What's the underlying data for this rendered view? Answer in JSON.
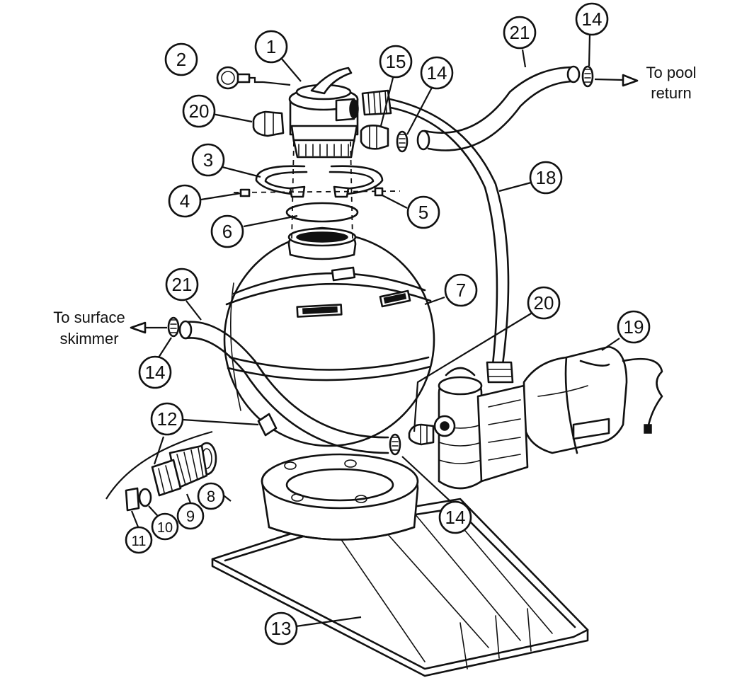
{
  "diagram": {
    "callouts": [
      {
        "id": "c1",
        "number": "1"
      },
      {
        "id": "c2",
        "number": "2"
      },
      {
        "id": "c3",
        "number": "3"
      },
      {
        "id": "c4",
        "number": "4"
      },
      {
        "id": "c5",
        "number": "5"
      },
      {
        "id": "c6",
        "number": "6"
      },
      {
        "id": "c7",
        "number": "7"
      },
      {
        "id": "c8",
        "number": "8"
      },
      {
        "id": "c9",
        "number": "9"
      },
      {
        "id": "c10",
        "number": "10"
      },
      {
        "id": "c11",
        "number": "11"
      },
      {
        "id": "c12",
        "number": "12"
      },
      {
        "id": "c13",
        "number": "13"
      },
      {
        "id": "c14a",
        "number": "14"
      },
      {
        "id": "c14b",
        "number": "14"
      },
      {
        "id": "c14c",
        "number": "14"
      },
      {
        "id": "c14d",
        "number": "14"
      },
      {
        "id": "c15",
        "number": "15"
      },
      {
        "id": "c18",
        "number": "18"
      },
      {
        "id": "c19",
        "number": "19"
      },
      {
        "id": "c20a",
        "number": "20"
      },
      {
        "id": "c20b",
        "number": "20"
      },
      {
        "id": "c21a",
        "number": "21"
      },
      {
        "id": "c21b",
        "number": "21"
      }
    ],
    "notes": {
      "pool_return_line1": "To pool",
      "pool_return_line2": "return",
      "skimmer_line1": "To surface",
      "skimmer_line2": "skimmer"
    }
  }
}
